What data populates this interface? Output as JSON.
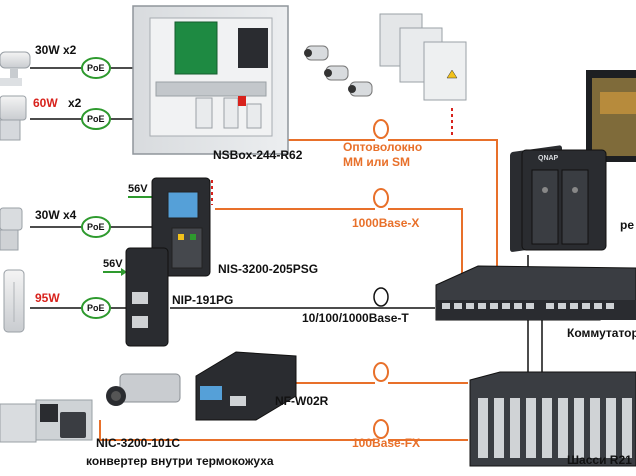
{
  "colors": {
    "fiber": "#e8702a",
    "copper": "#111111",
    "poe_ring": "#2e9a2e",
    "warning_red": "#d8221c",
    "device_dark": "#2a2c30"
  },
  "poe_badges": [
    {
      "text": "PoE"
    },
    {
      "text": "PoE"
    },
    {
      "text": "PoE"
    },
    {
      "text": "PoE"
    }
  ],
  "power_labels": {
    "row1": "30W x2",
    "row2": "60W x2",
    "row3": "30W x4",
    "row4": "95W"
  },
  "voltage_labels": {
    "psg": "56V",
    "nip": "56V"
  },
  "devices": {
    "nsbox": "NSBox-244-R62",
    "nis": "NIS-3200-205PSG",
    "nip": "NIP-191PG",
    "nfw": "NF-W02R",
    "nic": "NIC-3200-101C",
    "nic_desc": "конвертер внутри термокожуха",
    "switch": "Коммутатор",
    "chassis": "Шасси R21",
    "nvr_brand": "QNAP",
    "partial_right": "ре"
  },
  "links": {
    "fiber_top_1": "Оптоволокно",
    "fiber_top_2": "MM или SM",
    "gig_x": "1000Base-X",
    "copper": "10/100/1000Base-T",
    "fx": "100Base-FX"
  }
}
